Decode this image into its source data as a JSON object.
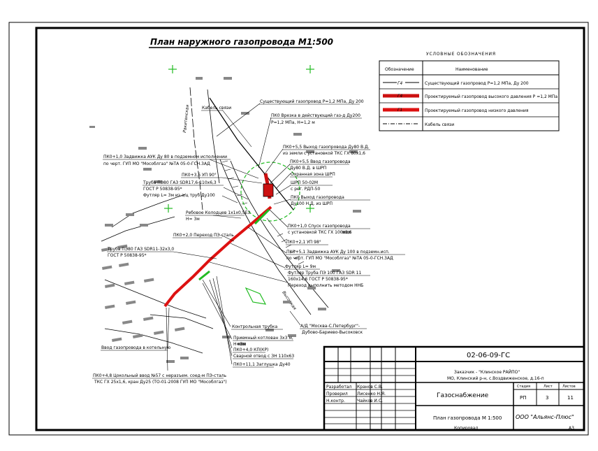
{
  "title": "План наружного газопровода М1:500",
  "legend": {
    "heading": "УСЛОВНЫЕ ОБОЗНАЧЕНИЯ",
    "col_symbol": "Обозначение",
    "col_name": "Наименование",
    "rows": [
      {
        "code": "Г4",
        "text": "Существующий газопровод Р=1,2 МПа, Ду 200"
      },
      {
        "code": "Г4",
        "text": "Проектируемый газопровод высокого давления Р =1,2 МПа"
      },
      {
        "code": "Г1",
        "text": "Проектируемый газопровод низкого давления"
      },
      {
        "code": "",
        "text": "Кабель связи"
      }
    ]
  },
  "street_labels": [
    "Ракитенская",
    "Высоцкая"
  ],
  "left_callouts": [
    "Кабель связи",
    "ПК0+1,0 Задвижка АУК Ду 80 в подземном исполнении",
    "по черт. ГУП МО \"Мособлгаз\" №ТА 05-0-ГСН.3АД",
    "ПК0+3,5 УП 90°",
    "Труба ПЭ80 ГАЗ SDR17,6-110х6,3",
    "ГОСТ Р 50838-95*",
    "Футляр L= 3м из а/ц труб Ду100",
    "Ребовое Колодцев 1х1х0,5ЕЗ",
    "Н= 3м",
    "ПК0+2,0 Переход ПЭ-сталь",
    "Труба ПЭ80 ГАЗ SDR11-32х3,0",
    "ГОСТ Р 50838-95*"
  ],
  "right_callouts": [
    "Существующий газопровод Р=1,2 МПа, Ду 200",
    "ПК0 Врезка в действующий газ-д Ду200",
    "Р=1,2 МПа, Н=1,2 м",
    "ПК0+5,5 Выход газопровода Ду80 В.Д.",
    "из земли с установкой ТКС ГХ 80х1,6",
    "ПК0+5,5 Ввод газопровода",
    "Ду80 В.Д. в ШРП",
    "Охранная зона ШРП",
    "ШРП 50-02М",
    "с рег. РДП-50",
    "ПК0 Выход газопровода",
    "Ду100 Н.Д. из ШРП",
    "ПК0+1,0 Спуск газопровода",
    "с установкой ТКС ГХ 100х1,6",
    "ПК0+2,1 УП 98°",
    "ПК0+5,1 Задвижка АУК Ду 100 в подземн.исп.",
    "по черт. ГУП МО \"Мособлгаз\" №ТА 05-0-ГСН.3АД",
    "Футляр L= 9м",
    "Футляр Труба ПЭ 100 ГАЗ SDR 11",
    "160х14,6 ГОСТ Р 50838-95*",
    "Переход выполнить методом ННБ"
  ],
  "bottom_callouts": [
    "Контрольная трубка",
    "Приемный котлован 3х3 м,",
    "Н=3м",
    "ПК0+4,0 КП(КР)",
    "Сварной отвод с ЗН 110х63",
    "ПК0+11,1 Заглушка Ду40",
    "А/Д \"Москва-С.Петербург\"-",
    "Дубово-Бариево-Высоковск",
    "Ввод газопровода в котельную",
    "ПК0+4,8 Цокольный ввод №57 с неразъем. соед-м ПЭ-сталь",
    "ТКС ГХ 25х1,6, кран Ду25 (ТО-01-2008 ГУП МО \"Мособлгаз\")"
  ],
  "title_block": {
    "doc_code": "02-06-09-ГС",
    "customer": "Заказчик - \"Клинское РАЙПО\"",
    "address": "МО, Клинский р-н, с.Воздвиженское, д.16-п",
    "roles": [
      "Разработал",
      "Проверил",
      "Н.контр."
    ],
    "names": [
      "Кранов С.В.",
      "Лисенко Н.Я.",
      "Чайков И.С."
    ],
    "section": "Газоснабжение",
    "col_stage": "Стадия",
    "col_sheet": "Лист",
    "col_sheets": "Листов",
    "stage": "РП",
    "sheet": "3",
    "sheets": "11",
    "drawing_name": "План газопровода М 1:500",
    "company": "ООО \"Альянс-Плюс\""
  },
  "footer": {
    "copied": "Копировал",
    "format": "А3"
  },
  "colors": {
    "proposed_high": "#cc1111",
    "proposed_low": "#dd1111",
    "shrp_zone": "#22bb22",
    "marker": "#22bb22"
  }
}
